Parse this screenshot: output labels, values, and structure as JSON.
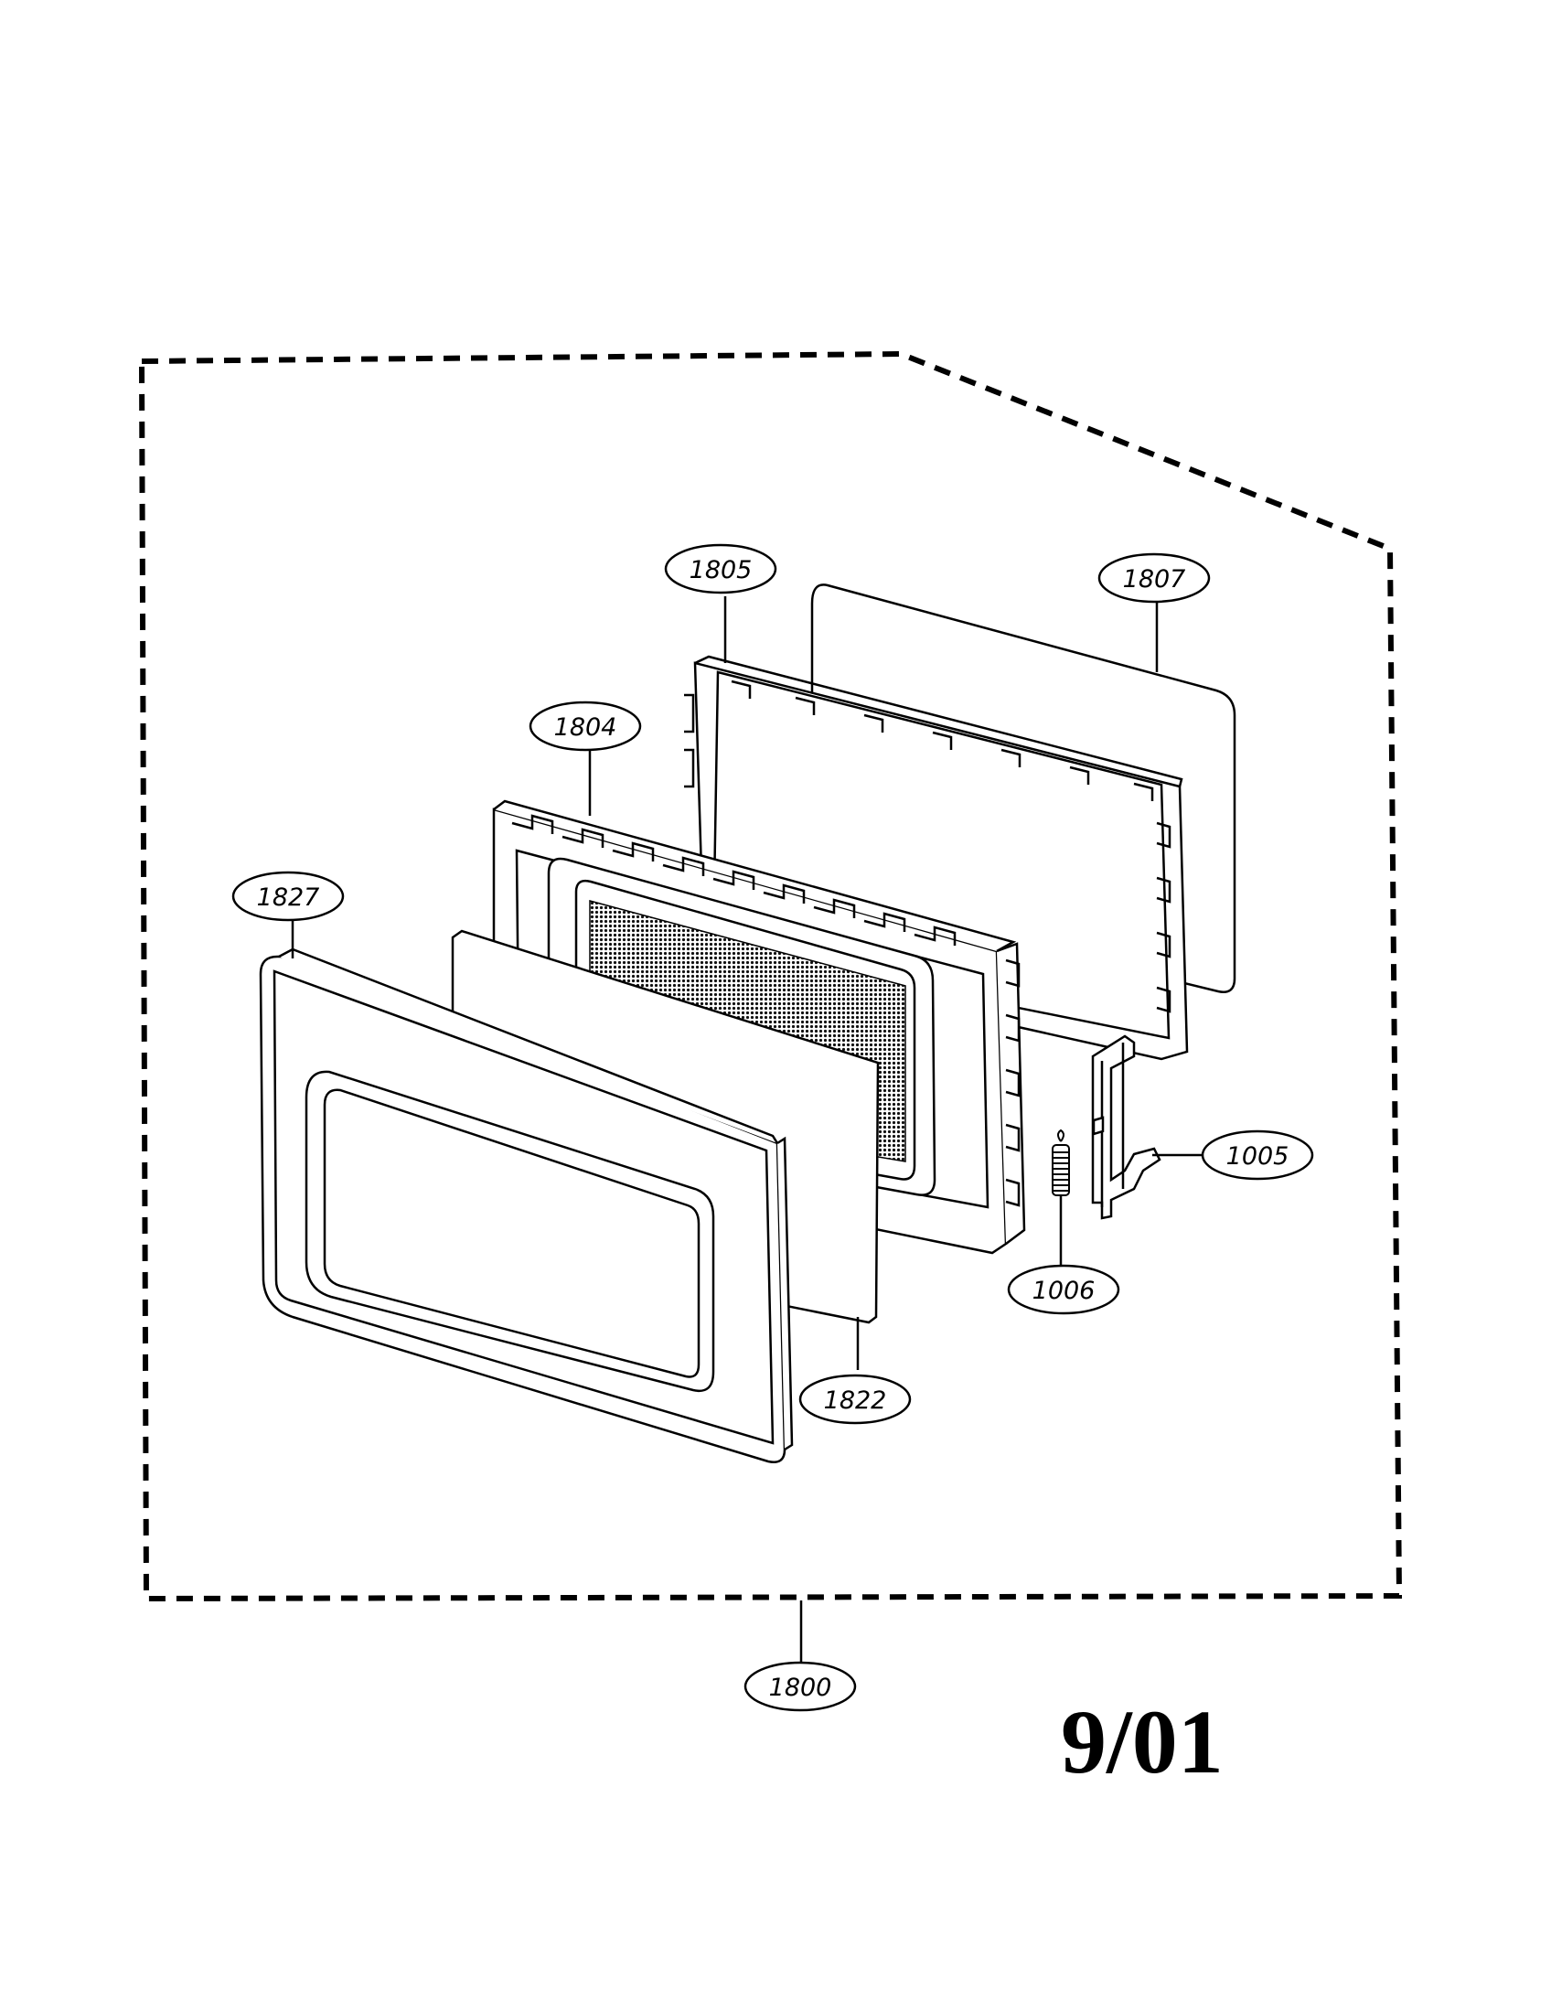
{
  "callouts": {
    "door_assembly": "1800",
    "choke_frame": "1805",
    "window_cover": "1807",
    "door_frame": "1804",
    "door_front": "1827",
    "door_screen": "1822",
    "latch_lever": "1005",
    "latch_spring": "1006"
  },
  "date_stamp": "9/01"
}
